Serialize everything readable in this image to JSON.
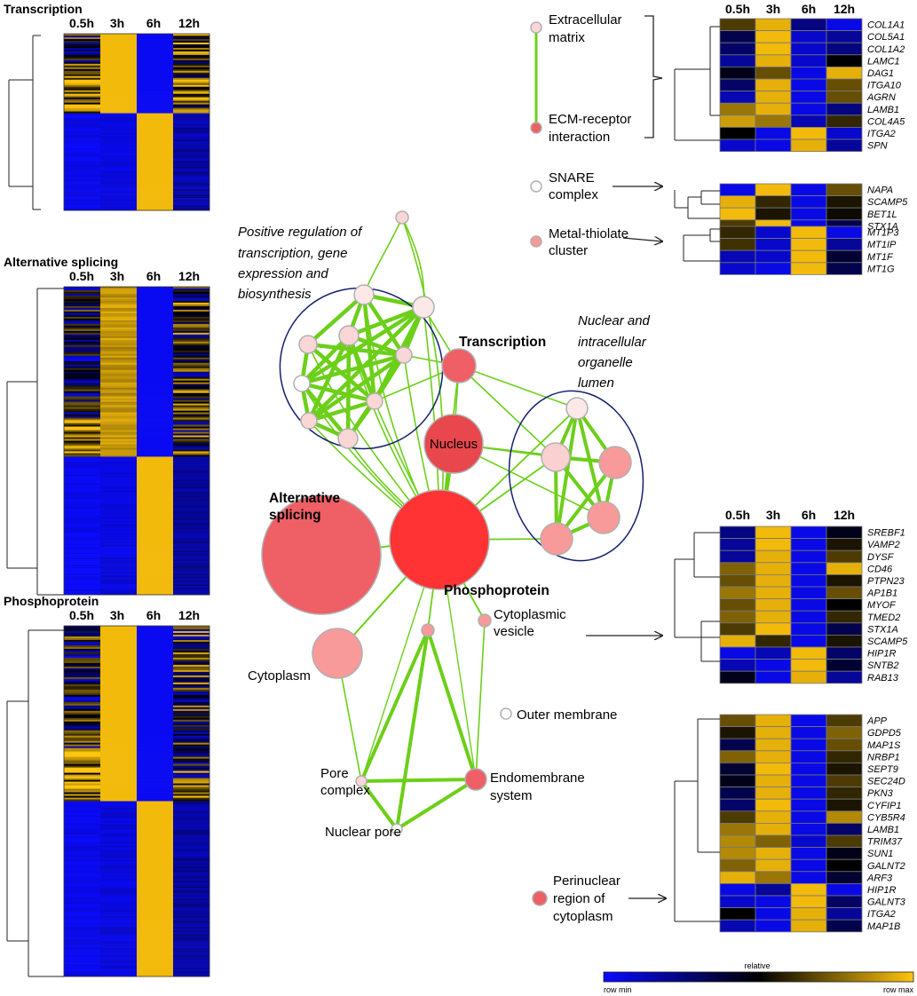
{
  "time_labels": [
    "0.5h",
    "3h",
    "6h",
    "12h"
  ],
  "colors": {
    "heat_low": "#0a0aff",
    "heat_mid": "#000000",
    "heat_high": "#ffc40c",
    "edge": "#6ccf19",
    "ellipse": "#14206e",
    "node_light": "#fbd6d6",
    "node_white": "#ffffff",
    "node_mid": "#f89a9a",
    "node_strong": "#ee6066",
    "node_max": "#ff3333",
    "node_stroke": "#b0b0b0"
  },
  "left_heatmaps": [
    {
      "title": "Transcription",
      "pattern": "transcription"
    },
    {
      "title": "Alternative splicing",
      "pattern": "splicing"
    },
    {
      "title": "Phosphoprotein",
      "pattern": "phospho"
    }
  ],
  "network": {
    "nodes": [
      {
        "id": "transcription",
        "label": "Transcription",
        "bold": true,
        "color": "node_strong"
      },
      {
        "id": "nucleus",
        "label": "Nucleus",
        "bold": false,
        "color": "node_strong"
      },
      {
        "id": "phosphoprotein",
        "label": "Phosphoprotein",
        "bold": true,
        "color": "node_max"
      },
      {
        "id": "alt_splicing",
        "label": "Alternative splicing",
        "bold": true,
        "color": "node_strong"
      },
      {
        "id": "cytoplasm",
        "label": "Cytoplasm",
        "bold": false,
        "color": "node_mid"
      },
      {
        "id": "cyto_vesicle",
        "label": "Cytoplasmic vesicle",
        "bold": false,
        "color": "node_mid"
      },
      {
        "id": "outer_membrane",
        "label": "Outer membrane",
        "bold": false,
        "color": "node_white"
      },
      {
        "id": "pore_complex",
        "label": "Pore complex",
        "bold": false,
        "color": "node_light"
      },
      {
        "id": "endomembrane",
        "label": "Endomembrane system",
        "bold": false,
        "color": "node_strong"
      },
      {
        "id": "nuclear_pore",
        "label": "Nuclear pore",
        "bold": false,
        "color": "node_white"
      },
      {
        "id": "mid_small",
        "label": "",
        "bold": false,
        "color": "node_mid"
      }
    ],
    "clusters": [
      {
        "label": "Positive regulation of transcription, gene expression and biosynthesis"
      },
      {
        "label": "Nuclear and intracellular organelle lumen"
      }
    ]
  },
  "right_legend": [
    {
      "label": "Extracellular matrix",
      "color": "node_light"
    },
    {
      "label": "ECM-receptor interaction",
      "color": "node_strong"
    },
    {
      "label": "SNARE complex",
      "color": "node_white"
    },
    {
      "label": "Metal-thiolate cluster",
      "color": "node_mid"
    },
    {
      "label": "Perinuclear region of cytoplasm",
      "color": "node_strong"
    }
  ],
  "right_heatmaps": [
    {
      "id": "ecm",
      "genes": [
        "COL1A1",
        "COL5A1",
        "COL1A2",
        "LAMC1",
        "DAG1",
        "ITGA10",
        "AGRN",
        "LAMB1",
        "COL4A5",
        "ITGA2",
        "SPN"
      ],
      "values": [
        [
          0.3,
          0.9,
          -0.5,
          -0.9
        ],
        [
          -0.3,
          0.95,
          -0.8,
          -0.6
        ],
        [
          -0.4,
          0.95,
          -0.8,
          -0.5
        ],
        [
          -0.6,
          0.9,
          -0.8,
          0.0
        ],
        [
          -0.1,
          0.4,
          -0.9,
          0.9
        ],
        [
          -0.4,
          0.9,
          -0.9,
          0.4
        ],
        [
          -0.7,
          0.9,
          -0.9,
          0.4
        ],
        [
          0.6,
          0.9,
          -0.9,
          -0.5
        ],
        [
          0.8,
          0.6,
          -0.7,
          0.2
        ],
        [
          0.0,
          -0.9,
          0.95,
          -0.8
        ],
        [
          -0.8,
          -0.9,
          0.9,
          -0.6
        ]
      ]
    },
    {
      "id": "snare",
      "genes": [
        "NAPA",
        "SCAMP5",
        "BET1L",
        "STX1A"
      ],
      "values": [
        [
          -0.9,
          0.95,
          -0.9,
          0.4
        ],
        [
          0.9,
          0.2,
          -0.9,
          0.1
        ],
        [
          0.95,
          0.1,
          -0.9,
          0.05
        ],
        [
          0.3,
          0.95,
          -0.9,
          -0.3
        ]
      ]
    },
    {
      "id": "metal",
      "genes": [
        "MT1P3",
        "MT1IP",
        "MT1F",
        "MT1G"
      ],
      "values": [
        [
          0.2,
          -0.8,
          0.95,
          -0.9
        ],
        [
          0.25,
          -0.8,
          0.95,
          -0.6
        ],
        [
          -0.7,
          -0.8,
          0.95,
          -0.2
        ],
        [
          -0.8,
          -0.9,
          0.95,
          -0.3
        ]
      ]
    },
    {
      "id": "vesicle",
      "genes": [
        "SREBF1",
        "VAMP2",
        "DYSF",
        "CD46",
        "PTPN23",
        "AP1B1",
        "MYOF",
        "TMED2",
        "STX1A",
        "SCAMP5",
        "HIP1R",
        "SNTB2",
        "RAB13"
      ],
      "values": [
        [
          -0.5,
          0.95,
          -0.9,
          -0.1
        ],
        [
          -0.6,
          0.95,
          -0.9,
          0.1
        ],
        [
          -0.6,
          0.9,
          -0.9,
          0.3
        ],
        [
          0.5,
          0.9,
          -0.9,
          0.9
        ],
        [
          0.4,
          0.9,
          -0.9,
          0.1
        ],
        [
          0.6,
          0.9,
          -0.9,
          0.4
        ],
        [
          0.4,
          0.9,
          -0.9,
          0.0
        ],
        [
          0.5,
          0.9,
          -0.9,
          0.2
        ],
        [
          0.3,
          0.95,
          -0.9,
          -0.3
        ],
        [
          0.9,
          0.2,
          -0.9,
          0.1
        ],
        [
          -0.9,
          -0.7,
          0.95,
          -0.4
        ],
        [
          -0.7,
          -0.9,
          0.95,
          -0.2
        ],
        [
          -0.1,
          -0.9,
          0.9,
          -0.6
        ]
      ]
    },
    {
      "id": "perinuclear",
      "genes": [
        "APP",
        "GDPD5",
        "MAP1S",
        "NRBP1",
        "SEPT9",
        "SEC24D",
        "PKN3",
        "CYFIP1",
        "CYB5R4",
        "LAMB1",
        "TRIM37",
        "SUN1",
        "GALNT2",
        "ARF3",
        "HIP1R",
        "GALNT3",
        "ITGA2",
        "MAP1B"
      ],
      "values": [
        [
          0.4,
          0.9,
          -0.9,
          0.3
        ],
        [
          0.1,
          0.9,
          -0.9,
          0.5
        ],
        [
          -0.3,
          0.9,
          -0.9,
          0.4
        ],
        [
          0.5,
          0.9,
          -0.9,
          0.2
        ],
        [
          -0.2,
          0.95,
          -0.9,
          0.1
        ],
        [
          -0.1,
          0.9,
          -0.9,
          0.3
        ],
        [
          -0.3,
          0.9,
          -0.9,
          0.2
        ],
        [
          -0.4,
          0.95,
          -0.9,
          0.1
        ],
        [
          0.3,
          0.9,
          -0.9,
          0.7
        ],
        [
          0.6,
          0.9,
          -0.9,
          -0.4
        ],
        [
          0.7,
          0.5,
          -0.8,
          0.3
        ],
        [
          0.7,
          0.9,
          -0.9,
          -0.1
        ],
        [
          0.5,
          0.9,
          -0.9,
          0.0
        ],
        [
          0.9,
          0.6,
          -0.9,
          -0.2
        ],
        [
          -0.9,
          -0.6,
          0.95,
          -0.9
        ],
        [
          -0.8,
          -0.9,
          0.95,
          -0.4
        ],
        [
          0.0,
          -0.9,
          0.9,
          -0.6
        ],
        [
          -0.7,
          -0.9,
          0.9,
          -0.3
        ]
      ]
    }
  ],
  "colorbar": {
    "title": "relative",
    "min_label": "row min",
    "max_label": "row max"
  }
}
